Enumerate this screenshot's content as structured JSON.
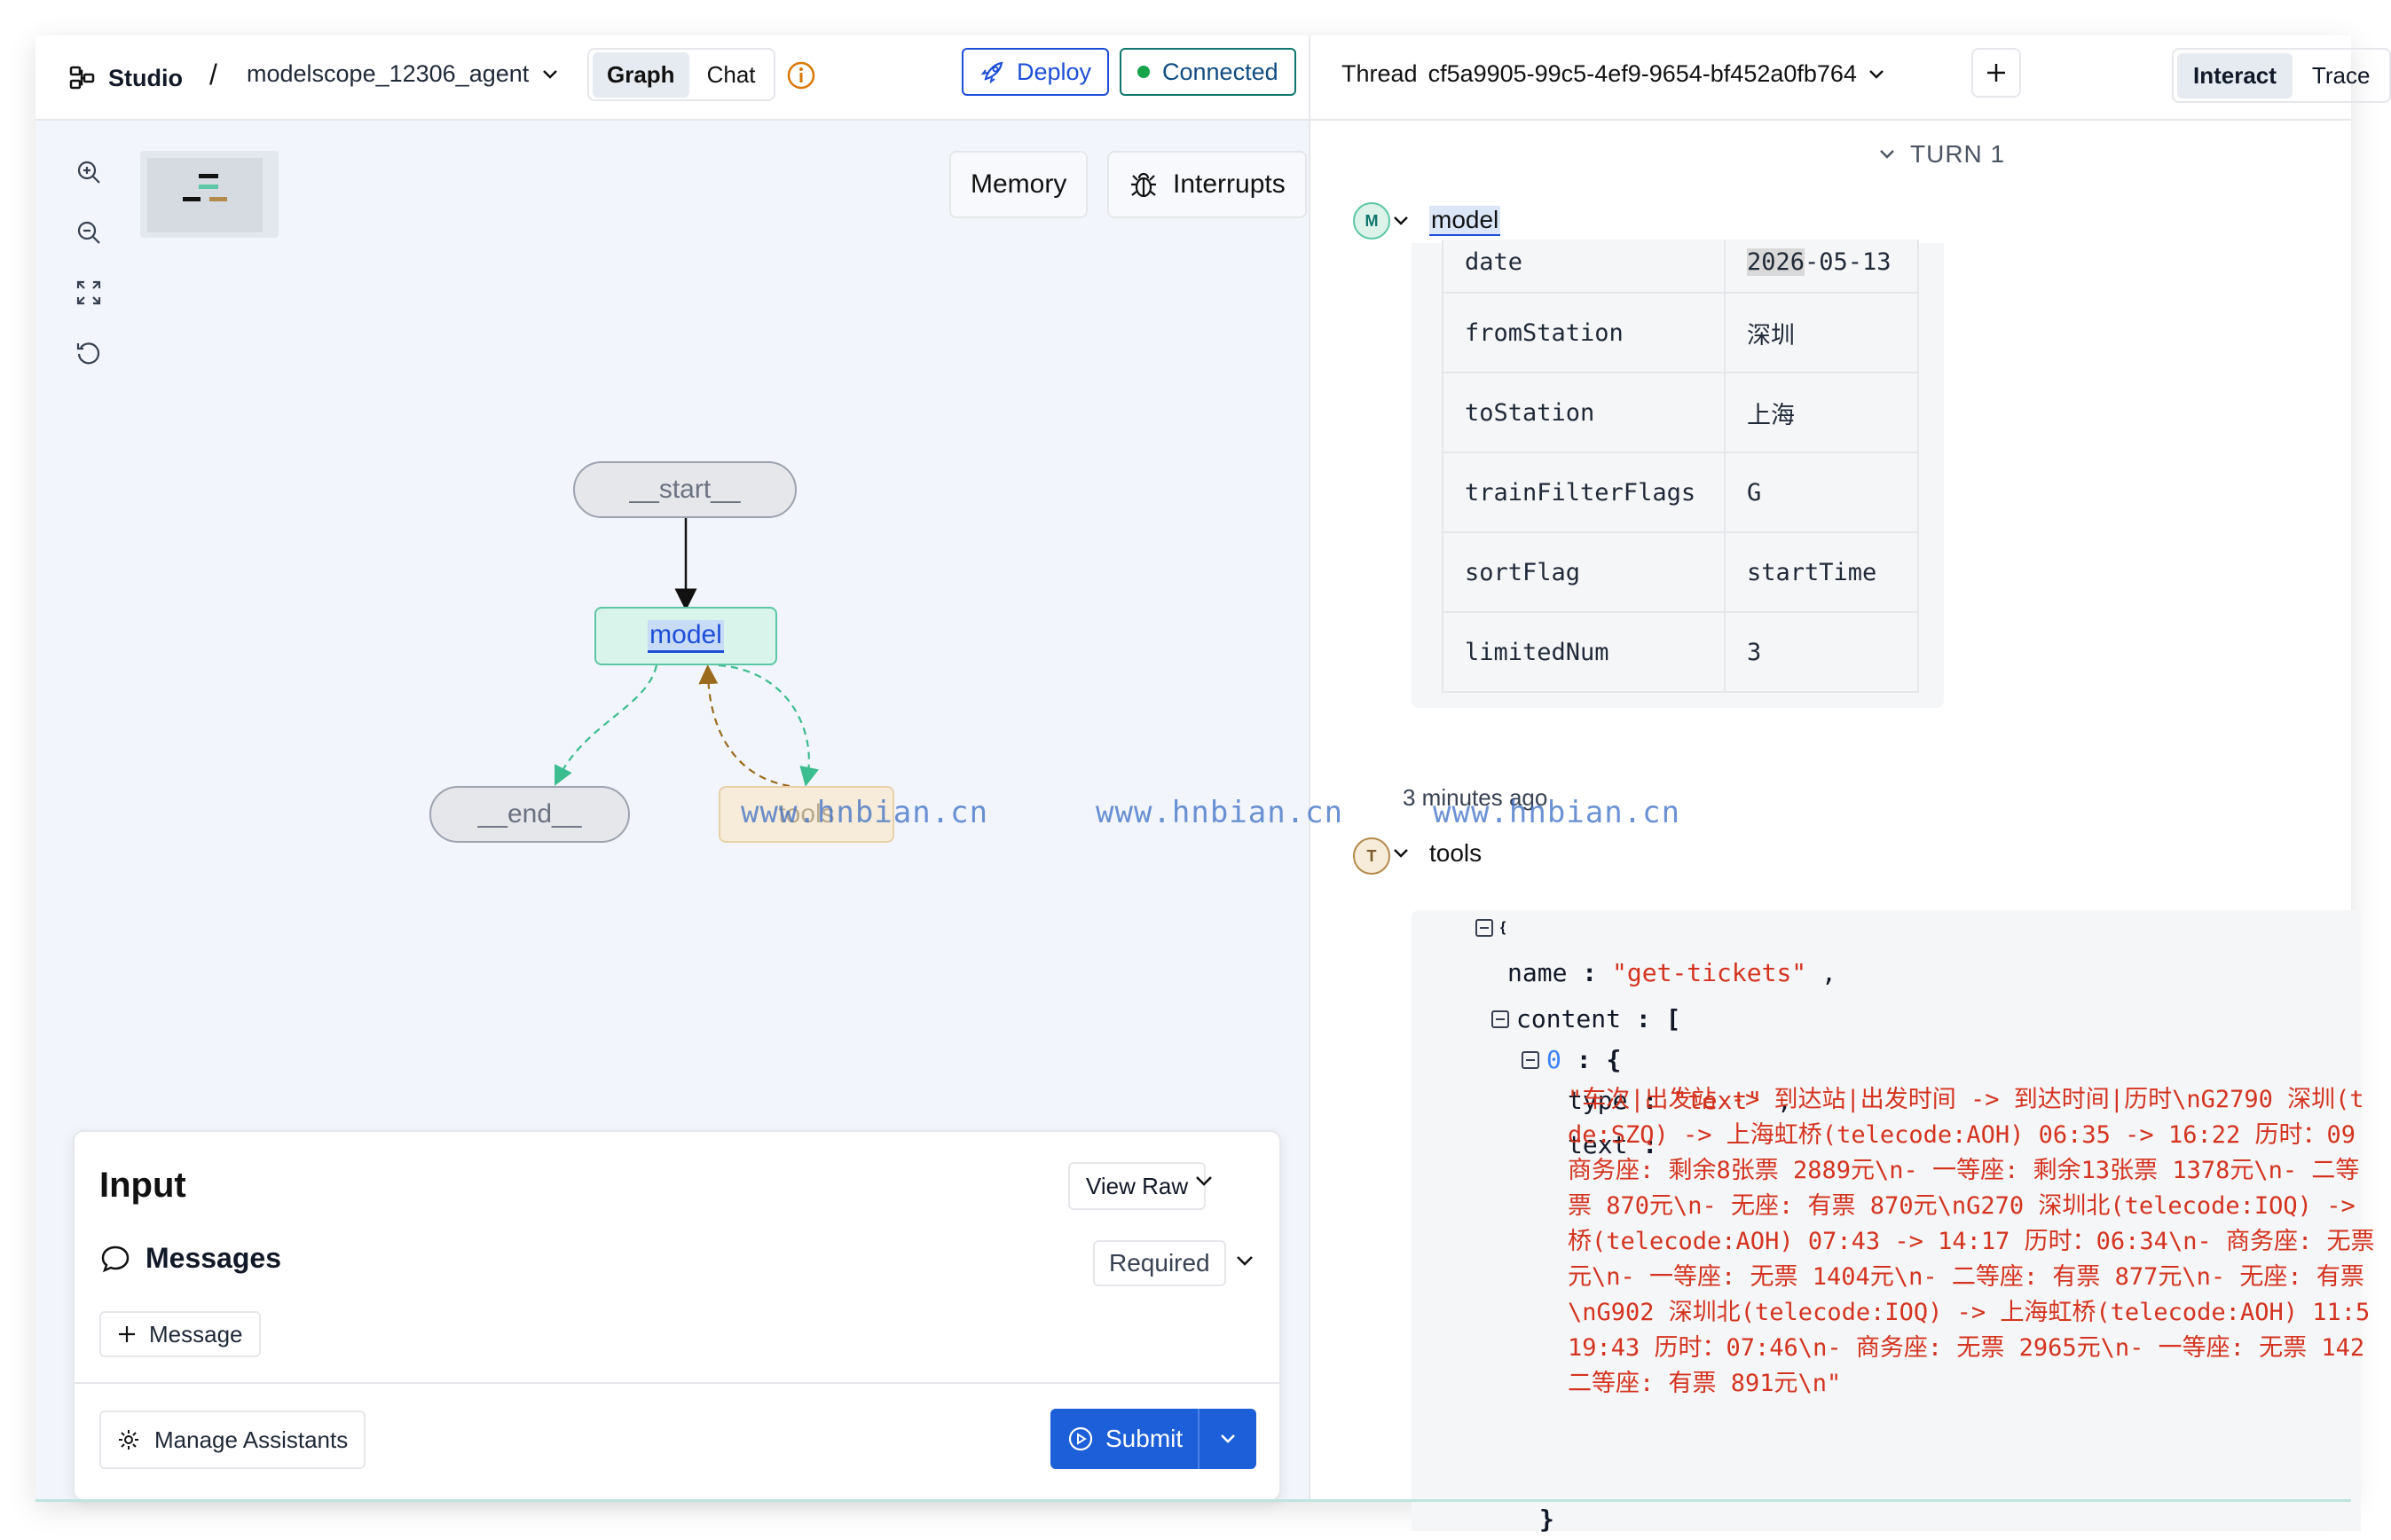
{
  "header": {
    "app_name": "Studio",
    "separator": "/",
    "project_name": "modelscope_12306_agent",
    "view_tabs": [
      {
        "label": "Graph",
        "active": true
      },
      {
        "label": "Chat",
        "active": false
      }
    ],
    "deploy_label": "Deploy",
    "status_label": "Connected",
    "thread_label": "Thread",
    "thread_id": "cf5a9905-99c5-4ef9-9654-bf452a0fb764",
    "mode_tabs": [
      {
        "label": "Interact",
        "active": true
      },
      {
        "label": "Trace",
        "active": false
      }
    ]
  },
  "canvas": {
    "memory_label": "Memory",
    "interrupts_label": "Interrupts",
    "nodes": {
      "start": "__start__",
      "model": "model",
      "end": "__end__",
      "tools": "tools"
    }
  },
  "input_panel": {
    "title": "Input",
    "view_raw_label": "View Raw",
    "messages_label": "Messages",
    "required_label": "Required",
    "add_message_label": "Message",
    "manage_assistants_label": "Manage Assistants",
    "submit_label": "Submit"
  },
  "thread_view": {
    "turn_label": "TURN 1",
    "model_message": {
      "badge": "M",
      "label": "model",
      "args": [
        {
          "key": "date",
          "value_prefix": "2026",
          "value_rest": "-05-13"
        },
        {
          "key": "fromStation",
          "value": "深圳"
        },
        {
          "key": "toStation",
          "value": "上海"
        },
        {
          "key": "trainFilterFlags",
          "value": "G"
        },
        {
          "key": "sortFlag",
          "value": "startTime"
        },
        {
          "key": "limitedNum",
          "value": "3"
        }
      ]
    },
    "timestamp": "3 minutes ago",
    "tools_message": {
      "badge": "T",
      "label": "tools",
      "json": {
        "open_brace": "{",
        "name_key": "name",
        "name_value": "\"get-tickets\"",
        "content_key": "content",
        "open_bracket": "[",
        "index_key": "0",
        "type_key": "type",
        "type_value": "\"text\"",
        "text_key": "text",
        "text_lines": [
          "\"车次|出发站 -> 到达站|出发时间 -> 到达时间|历时\\nG2790 深圳(t",
          "de:SZQ) -> 上海虹桥(telecode:AOH) 06:35 -> 16:22 历时：09",
          "商务座: 剩余8张票 2889元\\n- 一等座: 剩余13张票 1378元\\n- 二等",
          "票 870元\\n- 无座: 有票 870元\\nG270 深圳北(telecode:IOQ) ->",
          "桥(telecode:AOH) 07:43 -> 14:17 历时：06:34\\n- 商务座: 无票",
          "元\\n- 一等座: 无票 1404元\\n- 二等座: 有票 877元\\n- 无座: 有票",
          "\\nG902 深圳北(telecode:IOQ) -> 上海虹桥(telecode:AOH) 11:5",
          "19:43 历时：07:46\\n- 商务座: 无票 2965元\\n- 一等座: 无票 142",
          "二等座: 有票 891元\\n\""
        ],
        "close_brace": "}"
      }
    }
  },
  "watermarks": [
    "www.hnbian.cn",
    "www.hnbian.cn",
    "www.hnbian.cn"
  ]
}
